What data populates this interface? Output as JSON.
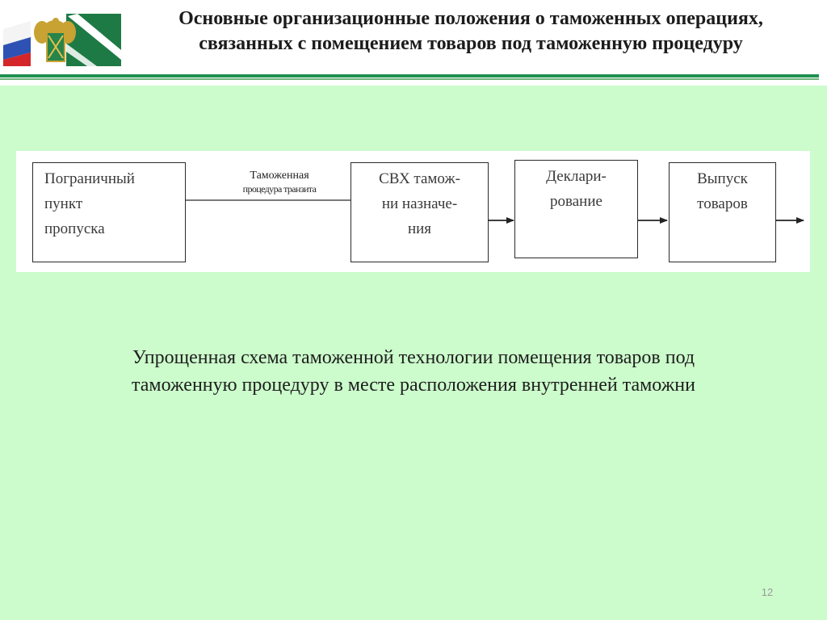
{
  "header": {
    "title_lines": [
      "Основные организационные положения о таможенных операциях,",
      "связанных с помещением товаров под таможенную процедуру"
    ],
    "logo_icon": "customs-emblem-flag-icon",
    "colors": {
      "stripe": "#1f9152",
      "background": "#ccfccc"
    }
  },
  "diagram": {
    "nodes": [
      {
        "id": "border",
        "lines": [
          "Пограничный",
          "пункт",
          "пропуска"
        ]
      },
      {
        "id": "svh",
        "lines": [
          "СВХ тамож-",
          "ни назначе-",
          "ния"
        ]
      },
      {
        "id": "declaration",
        "lines": [
          "Деклари-",
          "рование"
        ]
      },
      {
        "id": "release",
        "lines": [
          "Выпуск",
          "товаров"
        ]
      }
    ],
    "edges": [
      {
        "from": "border",
        "to": "svh",
        "label_lines": [
          "Таможенная",
          "процедура транзита"
        ]
      },
      {
        "from": "svh",
        "to": "declaration"
      },
      {
        "from": "declaration",
        "to": "release"
      },
      {
        "from": "release",
        "to": "out"
      }
    ]
  },
  "caption_lines": [
    "Упрощенная схема таможенной технологии помещения товаров под",
    "таможенную процедуру в месте расположения внутренней таможни"
  ],
  "page_number": "12"
}
